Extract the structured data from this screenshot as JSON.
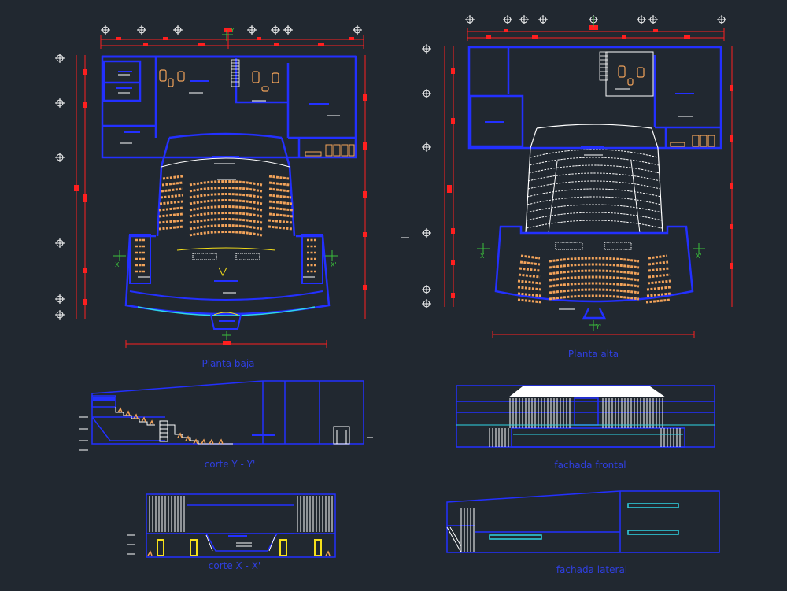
{
  "drawing": {
    "background": "#212830",
    "colors": {
      "wall": "#2330ff",
      "dimension": "#ff1f1f",
      "seat": "#f2a35a",
      "white": "#ffffff",
      "yellow": "#f6e01a",
      "green": "#3bbf3b",
      "cyan": "#2fd6e6",
      "text": "#2f3fe0"
    },
    "views": [
      {
        "id": "planta-baja",
        "label": "Planta baja"
      },
      {
        "id": "planta-alta",
        "label": "Planta alta"
      },
      {
        "id": "corte-y",
        "label": "corte Y - Y'"
      },
      {
        "id": "fachada-frontal",
        "label": "fachada frontal"
      },
      {
        "id": "corte-x",
        "label": "corte X - X'"
      },
      {
        "id": "fachada-lateral",
        "label": "fachada lateral"
      }
    ],
    "section_marks": {
      "x": "X",
      "x_prime": "X'",
      "y": "Y",
      "y_prime": "Y'"
    }
  }
}
